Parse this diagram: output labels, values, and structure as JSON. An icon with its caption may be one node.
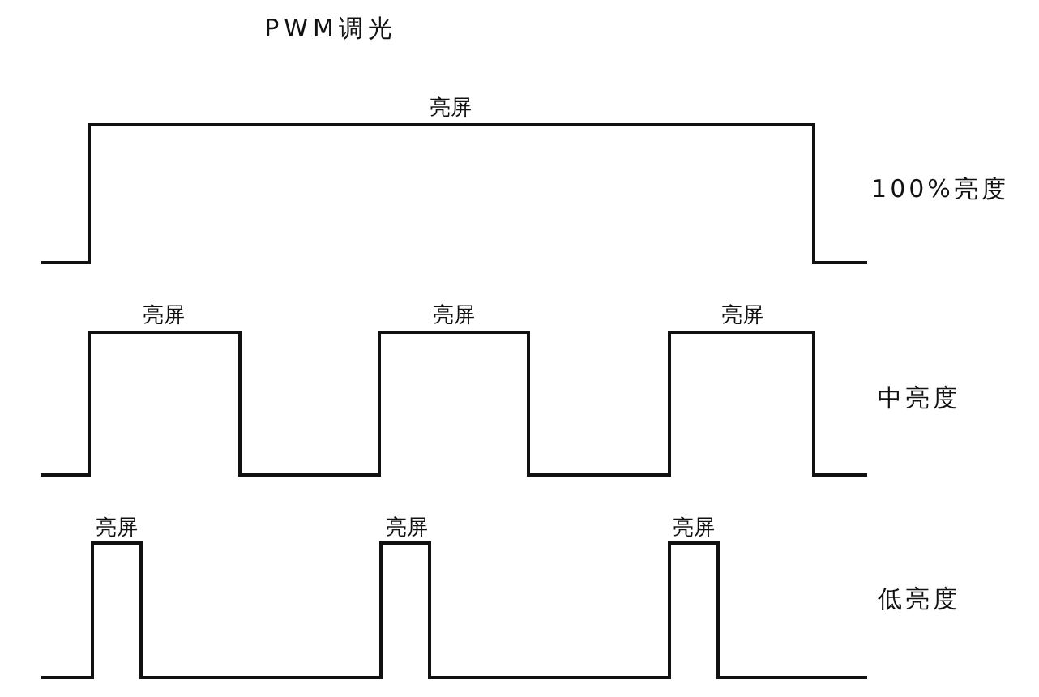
{
  "diagram": {
    "title": "PWM调光",
    "labels": [
      "亮屏",
      "100%亮度",
      "亮屏",
      "亮屏",
      "亮屏",
      "中亮度",
      "亮屏",
      "亮屏",
      "亮屏",
      "低亮度"
    ]
  }
}
